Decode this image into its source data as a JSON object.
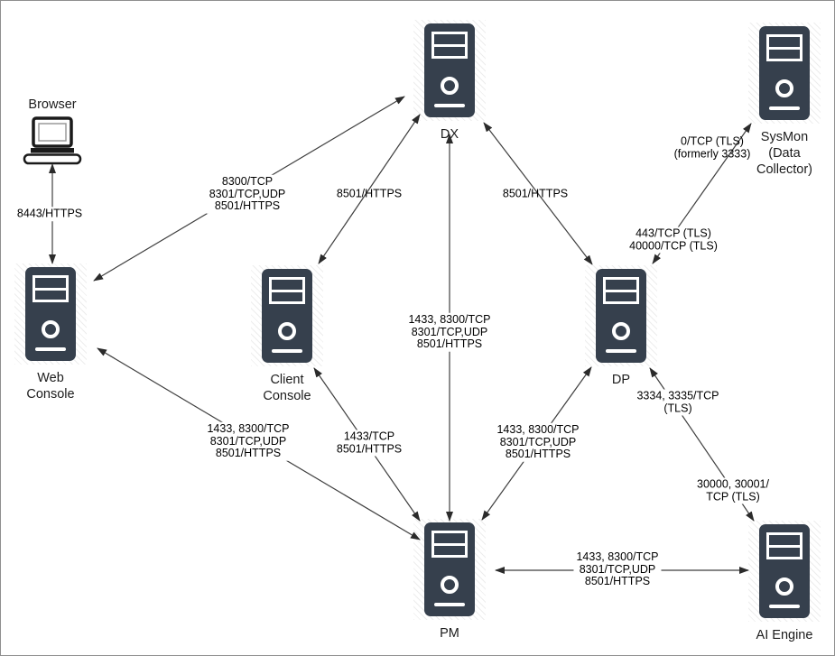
{
  "nodes": {
    "browser": "Browser",
    "dx": "DX",
    "sysmon": "SysMon\n(Data\nCollector)",
    "web_console": "Web\nConsole",
    "client_console": "Client\nConsole",
    "dp": "DP",
    "pm": "PM",
    "ai_engine": "AI Engine"
  },
  "edge_labels": {
    "browser_web": "8443/HTTPS",
    "web_dx": "8300/TCP\n8301/TCP,UDP\n8501/HTTPS",
    "client_dx": "8501/HTTPS",
    "pm_dx": "1433, 8300/TCP\n8301/TCP,UDP\n8501/HTTPS",
    "dx_dp": "8501/HTTPS",
    "dp_sysmon_upper": "0/TCP (TLS)\n(formerly 3333)",
    "dp_sysmon_lower": "443/TCP (TLS)\n40000/TCP (TLS)",
    "web_pm": "1433, 8300/TCP\n8301/TCP,UDP\n8501/HTTPS",
    "client_pm": "1433/TCP\n8501/HTTPS",
    "dp_pm": "1433, 8300/TCP\n8301/TCP,UDP\n8501/HTTPS",
    "dp_ai_upper": "3334, 3335/TCP\n(TLS)",
    "dp_ai_lower": "30000, 30001/\nTCP (TLS)",
    "pm_ai": "1433, 8300/TCP\n8301/TCP,UDP\n8501/HTTPS"
  },
  "colors": {
    "server_fill": "#36404d",
    "connector": "#3f3f3f",
    "background": "#ffffff"
  }
}
